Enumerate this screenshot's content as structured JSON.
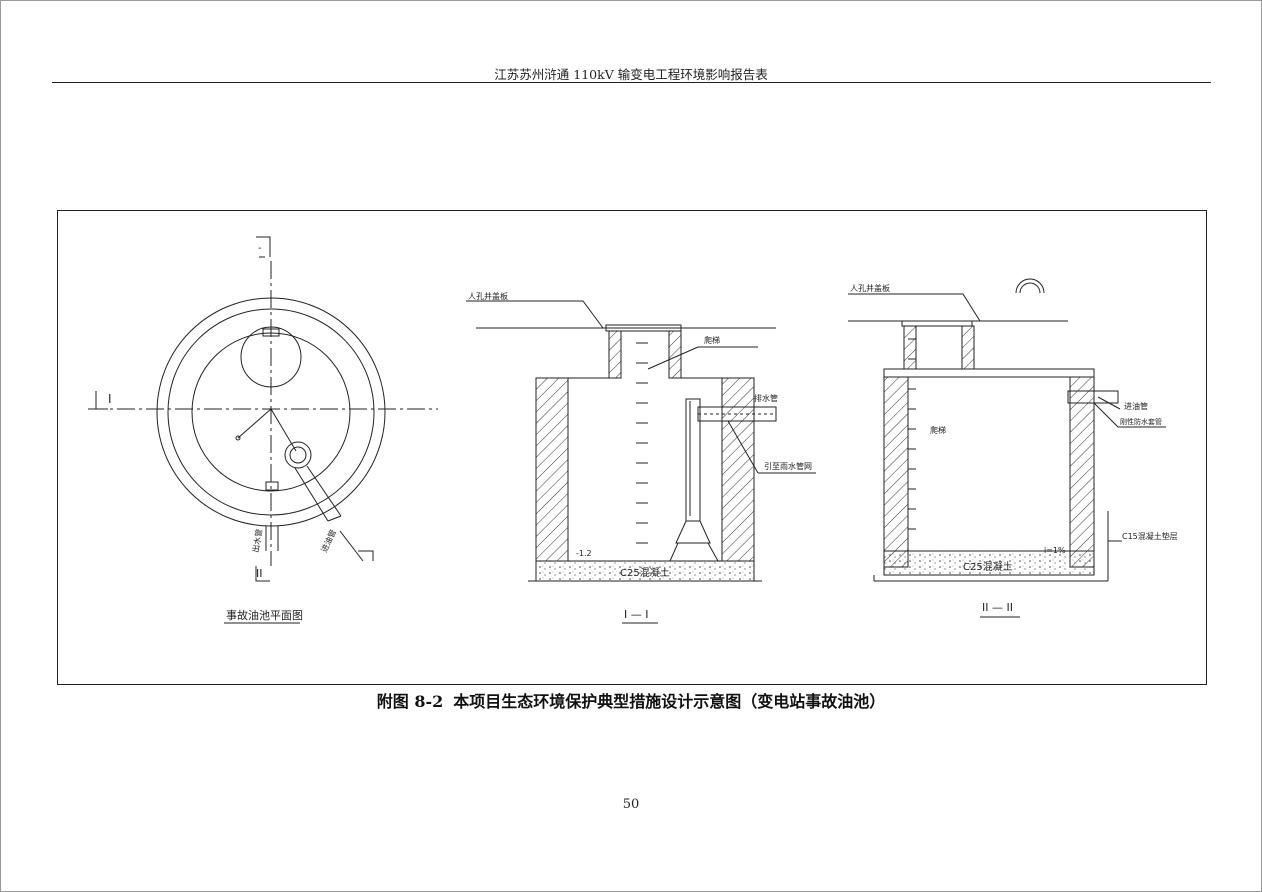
{
  "header": {
    "title": "江苏苏州浒通 110kV 输变电工程环境影响报告表"
  },
  "figure": {
    "caption_number": "附图 8-2",
    "caption_text": "本项目生态环境保护典型措施设计示意图（变电站事故油池）",
    "plan_view": {
      "title": "事故油池平面图",
      "section_mark_i": "I",
      "section_mark_ii_top": "-",
      "section_mark_ii_bottom": "II",
      "inlet_pipe_label": "进油管",
      "outlet_pipe_label": "出水管"
    },
    "section_i": {
      "title": "I — I",
      "ground_label": "人孔井盖板",
      "ladder_label": "爬梯",
      "drain_pipe_label": "排水管",
      "drain_note": "引至雨水管网",
      "floor_label": "C25混凝土",
      "bottom_elev": "-1.2"
    },
    "section_ii": {
      "title": "II — II",
      "ground_label": "人孔井盖板",
      "ladder_label": "爬梯",
      "inlet_label": "进油管",
      "sleeve_label": "刚性防水套管",
      "cushion_label": "C15混凝土垫层",
      "floor_label": "C25混凝土",
      "slope_label": "i=1%"
    }
  },
  "page_number": "50"
}
